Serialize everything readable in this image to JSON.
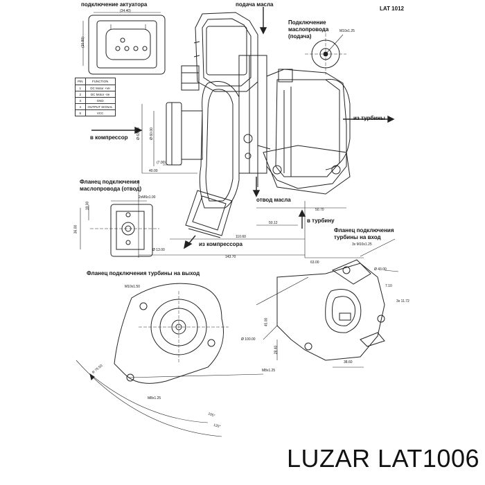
{
  "brand": "LUZAR LAT1006",
  "drawing_code": "LAT 1012",
  "labels": {
    "actuator_connection": "подключение актуатора",
    "oil_supply": "подача масла",
    "oil_line_connection": "Подключение маслопровода (подача)",
    "to_turbine": "из турбины",
    "to_compressor_in": "в компрессор",
    "oil_flange_return": "Фланец подключения маслопровода (отвод)",
    "oil_return": "отвод масла",
    "to_turbine_in": "в турбину",
    "from_compressor": "из компрессора",
    "turbine_flange_in": "Фланец подключения турбины на вход",
    "turbine_flange_out": "Фланец подключения турбины на выход"
  },
  "dimensions": {
    "d1": "(34.40)",
    "d2": "(10.80)",
    "m10": "M10x1.25",
    "d63": "Ø 63.30",
    "d60": "Ø 60.00",
    "d7": "(7.00)",
    "d40": "40.00",
    "d50": "50.70",
    "d5012": "50.12",
    "d110": "110.60",
    "d143": "143.70",
    "d2m6": "2xM6x1.00",
    "d19": "19.00",
    "d36": "36.00",
    "d13": "Ø 13.00",
    "m10b": "M10x1.50",
    "d100": "Ø 100.00",
    "r75": "R 75.50",
    "m8": "M8x1.25",
    "d105": "105°",
    "d120": "120°",
    "m8b": "M8x1.25",
    "d3x": "3x M10x1.25",
    "d43": "Ø 43.00",
    "d63b": "63.00",
    "d710": "7.10",
    "d3x1172": "3x 11.72",
    "d45": "45.00",
    "d2840": "28.40",
    "d3860": "38.60"
  },
  "pin_table": {
    "headers": [
      "PIN",
      "FUNCTION"
    ],
    "rows": [
      [
        "1",
        "DC Motor +Ve"
      ],
      [
        "2",
        "DC Motor -Ve"
      ],
      [
        "3",
        "GND"
      ],
      [
        "4",
        "OUTPUT SIGNAL"
      ],
      [
        "5",
        "VCC"
      ]
    ]
  }
}
